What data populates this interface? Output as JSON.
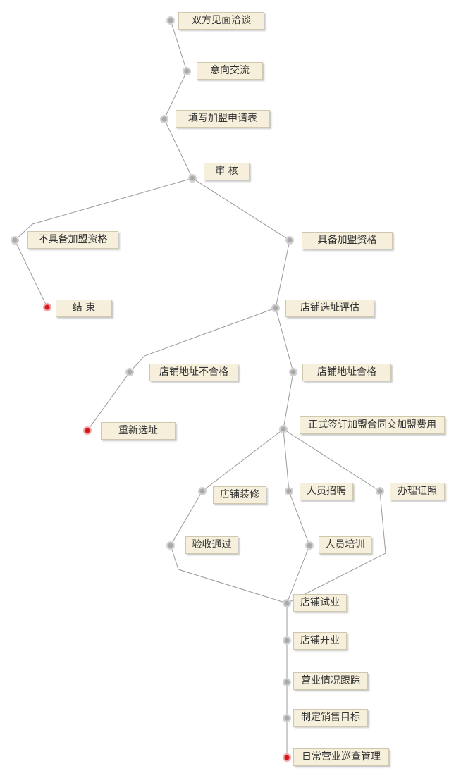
{
  "nodes": [
    {
      "id": "n1",
      "label": "双方见面洽谈",
      "end": false
    },
    {
      "id": "n2",
      "label": "意向交流",
      "end": false
    },
    {
      "id": "n3",
      "label": "填写加盟申请表",
      "end": false
    },
    {
      "id": "n4",
      "label": "审 核",
      "end": false
    },
    {
      "id": "n5",
      "label": "不具备加盟资格",
      "end": false
    },
    {
      "id": "n6",
      "label": "具备加盟资格",
      "end": false
    },
    {
      "id": "n7",
      "label": "结 束",
      "end": true
    },
    {
      "id": "n8",
      "label": "店铺选址评估",
      "end": false
    },
    {
      "id": "n9",
      "label": "店铺地址不合格",
      "end": false
    },
    {
      "id": "n10",
      "label": "店铺地址合格",
      "end": false
    },
    {
      "id": "n11",
      "label": "重新选址",
      "end": true
    },
    {
      "id": "n12",
      "label": "正式签订加盟合同交加盟费用",
      "end": false
    },
    {
      "id": "n13",
      "label": "店铺装修",
      "end": false
    },
    {
      "id": "n14",
      "label": "人员招聘",
      "end": false
    },
    {
      "id": "n15",
      "label": "办理证照",
      "end": false
    },
    {
      "id": "n16",
      "label": "验收通过",
      "end": false
    },
    {
      "id": "n17",
      "label": "人员培训",
      "end": false
    },
    {
      "id": "n18",
      "label": "店铺试业",
      "end": false
    },
    {
      "id": "n19",
      "label": "店铺开业",
      "end": false
    },
    {
      "id": "n20",
      "label": "营业情况跟踪",
      "end": false
    },
    {
      "id": "n21",
      "label": "制定销售目标",
      "end": false
    },
    {
      "id": "n22",
      "label": "日常营业巡查管理",
      "end": true
    }
  ],
  "edges": [
    [
      "n1",
      "n2"
    ],
    [
      "n2",
      "n3"
    ],
    [
      "n3",
      "n4"
    ],
    [
      "n4",
      "n5"
    ],
    [
      "n4",
      "n6"
    ],
    [
      "n5",
      "n7"
    ],
    [
      "n6",
      "n8"
    ],
    [
      "n8",
      "n9"
    ],
    [
      "n8",
      "n10"
    ],
    [
      "n9",
      "n11"
    ],
    [
      "n10",
      "n12"
    ],
    [
      "n12",
      "n13"
    ],
    [
      "n12",
      "n14"
    ],
    [
      "n12",
      "n15"
    ],
    [
      "n13",
      "n16"
    ],
    [
      "n14",
      "n17"
    ],
    [
      "n16",
      "n18"
    ],
    [
      "n17",
      "n18"
    ],
    [
      "n15",
      "n18"
    ],
    [
      "n18",
      "n19"
    ],
    [
      "n19",
      "n20"
    ],
    [
      "n20",
      "n21"
    ],
    [
      "n21",
      "n22"
    ]
  ]
}
